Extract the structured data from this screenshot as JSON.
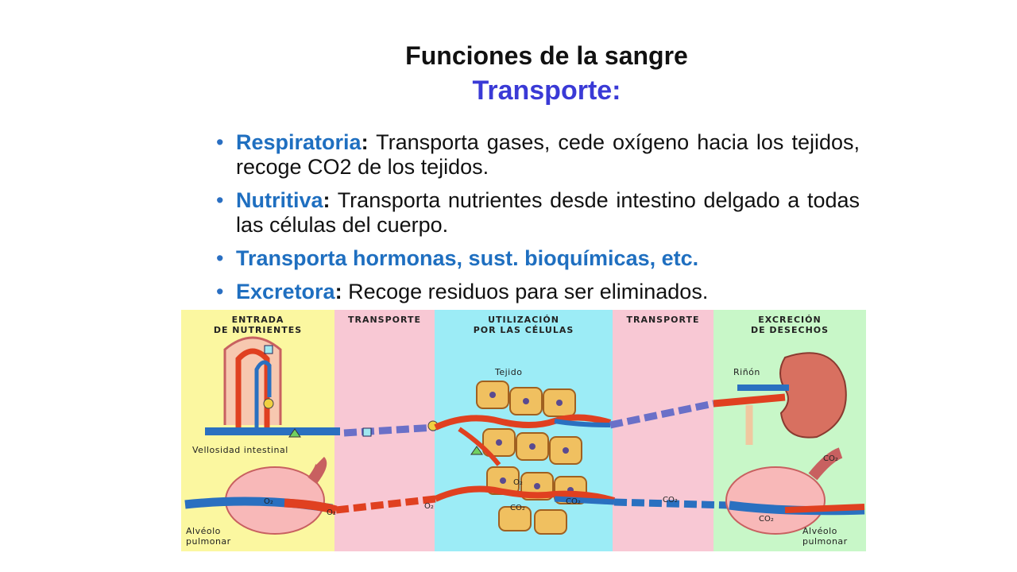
{
  "header": {
    "title": "Funciones de la sangre",
    "subtitle": "Transporte:"
  },
  "bullets": [
    {
      "term": "Respiratoria",
      "colon": ":",
      "text": " Transporta gases, cede oxígeno hacia los tejidos, recoge CO2 de los tejidos."
    },
    {
      "term": "Nutritiva",
      "colon": ":",
      "text": " Transporta nutrientes desde intestino delgado a todas las células del cuerpo."
    },
    {
      "term": "Transporta hormonas, sust. bioquímicas, etc."
    },
    {
      "term": "Excretora",
      "colon": ":",
      "text": " Recoge residuos para ser eliminados."
    }
  ],
  "diagram": {
    "zones": [
      {
        "label": "ENTRADA\nDE NUTRIENTES",
        "color": "#fbf7a0"
      },
      {
        "label": "TRANSPORTE",
        "color": "#f8c8d4"
      },
      {
        "label": "UTILIZACIÓN\nPOR LAS CÉLULAS",
        "color": "#9cecf6"
      },
      {
        "label": "TRANSPORTE",
        "color": "#f8c8d4"
      },
      {
        "label": "EXCRECIÓN\nDE DESECHOS",
        "color": "#c8f7c8"
      }
    ],
    "labels": {
      "tejido": "Tejido",
      "rinon": "Riñón",
      "vellosidad": "Vellosidad intestinal",
      "alveolo_left": "Alvéolo\npulmonar",
      "alveolo_right": "Alvéolo\npulmonar"
    },
    "gases": {
      "o2": "O₂",
      "co2": "CO₂"
    },
    "colors": {
      "artery": "#e04020",
      "vein": "#2a70c0",
      "cell": "#f0c060",
      "tissue_vessel": "#8a6aa8"
    }
  }
}
